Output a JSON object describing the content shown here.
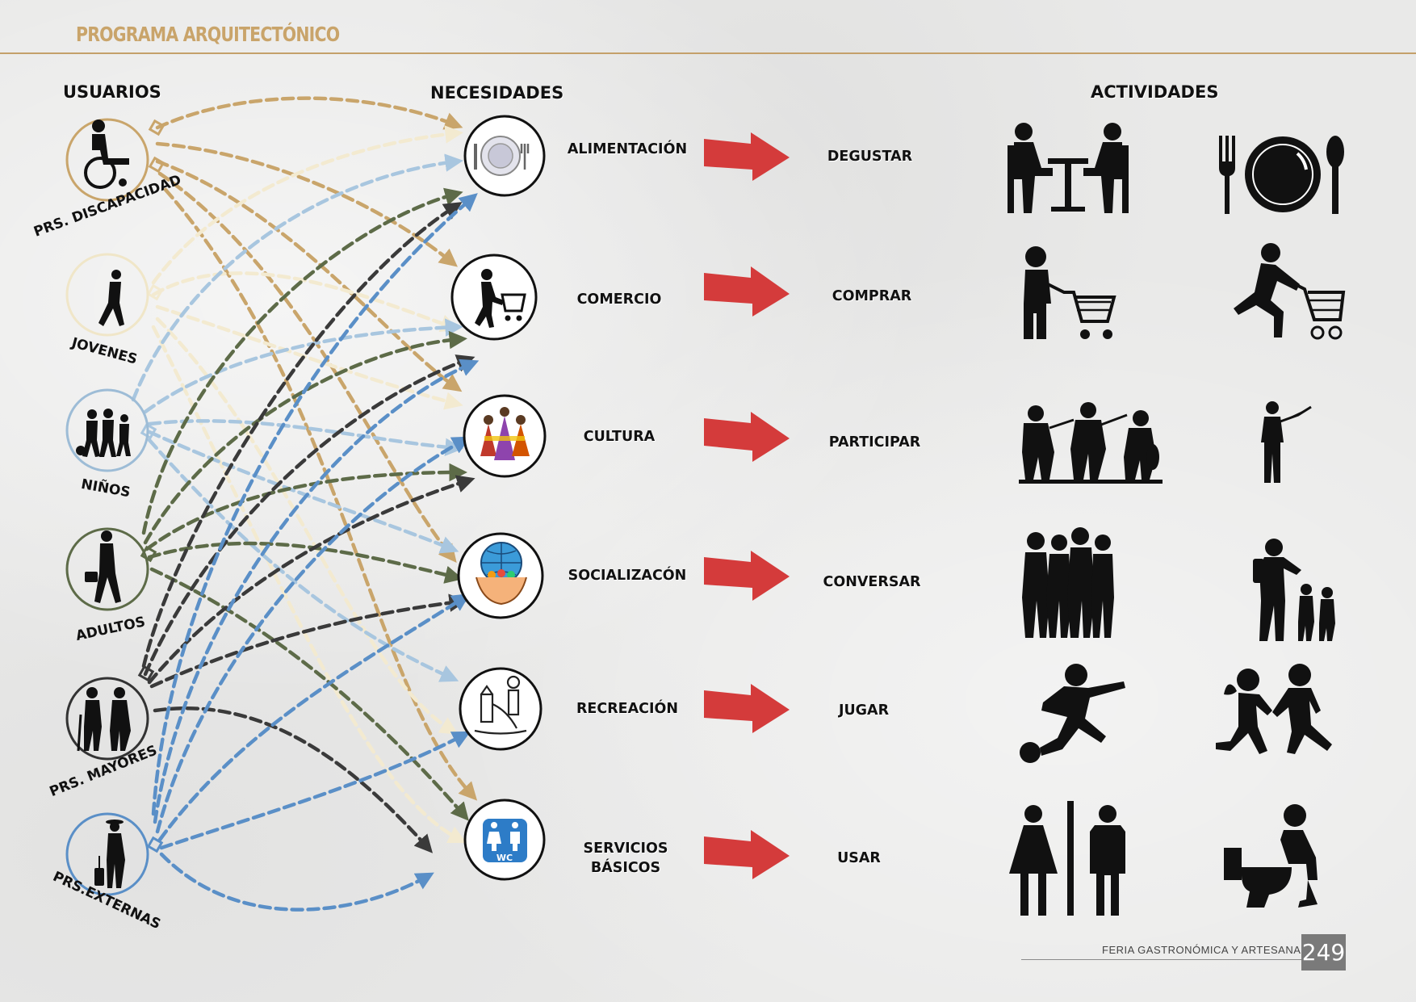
{
  "header": {
    "title": "PROGRAMA ARQUITECTÓNICO"
  },
  "columns": {
    "users": "USUARIOS",
    "needs": "NECESIDADES",
    "activities": "ACTIVIDADES"
  },
  "users": [
    {
      "label": "PRS. DISCAPACIDAD",
      "icon": "wheelchair-user-icon",
      "ring": "#c9a56b"
    },
    {
      "label": "JOVENES",
      "icon": "young-person-walking-icon",
      "ring": "#f0e6c8"
    },
    {
      "label": "NIÑOS",
      "icon": "children-playing-icon",
      "ring": "#9dbcd6"
    },
    {
      "label": "ADULTOS",
      "icon": "adult-with-briefcase-icon",
      "ring": "#5d6b48"
    },
    {
      "label": "PRS. MAYORES",
      "icon": "elderly-couple-icon",
      "ring": "#333333"
    },
    {
      "label": "PRS.EXTERNAS",
      "icon": "tourist-with-luggage-icon",
      "ring": "#5a8fc7"
    }
  ],
  "needs": [
    {
      "label": "ALIMENTACIÓN",
      "icon": "plate-cutlery-icon"
    },
    {
      "label": "COMERCIO",
      "icon": "shopping-cart-person-icon"
    },
    {
      "label": "CULTURA",
      "icon": "cultural-dancers-icon"
    },
    {
      "label": "SOCIALIZACÓN",
      "icon": "globe-hands-community-icon"
    },
    {
      "label": "RECREACIÓN",
      "icon": "playground-icon"
    },
    {
      "label": "SERVICIOS\nBÁSICOS",
      "icon": "wc-restroom-icon"
    }
  ],
  "activities": [
    {
      "label": "DEGUSTAR",
      "icons": [
        "people-dining-icon",
        "fork-plate-spoon-icon"
      ]
    },
    {
      "label": "COMPRAR",
      "icons": [
        "man-with-cart-icon",
        "running-shopper-icon"
      ]
    },
    {
      "label": "PARTICIPAR",
      "icons": [
        "musicians-ensemble-icon",
        "conductor-icon"
      ]
    },
    {
      "label": "CONVERSAR",
      "icons": [
        "group-talking-icon",
        "adult-greeting-children-icon"
      ]
    },
    {
      "label": "JUGAR",
      "icons": [
        "soccer-player-icon",
        "kids-running-icon"
      ]
    },
    {
      "label": "USAR",
      "icons": [
        "restroom-sign-icon",
        "toilet-user-icon"
      ]
    }
  ],
  "footer": {
    "publication": "FERIA GASTRONÓMICA Y ARTESANAL",
    "page_number": "249"
  },
  "colors": {
    "gold": "#c9a56b",
    "cream": "#f3ead0",
    "light_blue": "#a8c6df",
    "olive": "#5d6b48",
    "dark": "#3a3a3a",
    "blue": "#5a8fc7",
    "arrow_red": "#d43b3b",
    "accent_title": "#c9a46a"
  }
}
